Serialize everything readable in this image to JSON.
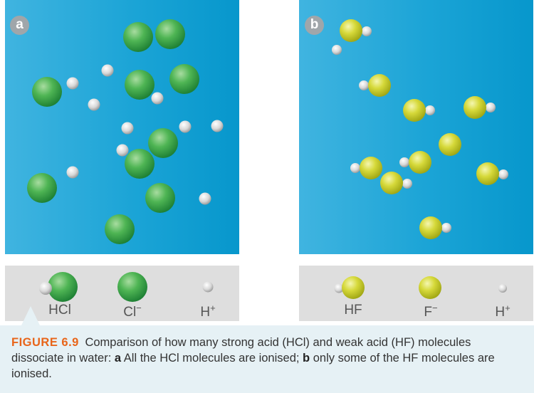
{
  "panels": [
    {
      "tag": "a"
    },
    {
      "tag": "b"
    }
  ],
  "legend_a": {
    "hcl": {
      "formula": "HCl"
    },
    "cl": {
      "formula": "Cl",
      "sup": "−"
    },
    "h": {
      "formula": "H",
      "sup": "+"
    }
  },
  "legend_b": {
    "hf": {
      "formula": "HF"
    },
    "f": {
      "formula": "F",
      "sup": "−"
    },
    "h": {
      "formula": "H",
      "sup": "+"
    }
  },
  "caption": {
    "figure_label": "FIGURE 6.9",
    "text_1": " Comparison of how many strong acid (HCl) and weak acid (HF) molecules dissociate in water: ",
    "marker_a": "a",
    "text_2": " All the HCl molecules are ionised; ",
    "marker_b": "b",
    "text_3": " only some of the HF molecules are ionised."
  },
  "colors": {
    "chloride": "#3aa447",
    "fluoride": "#d2d633",
    "hydrogen": "#d4d4d4",
    "water": "#1ba4d6",
    "figure_label": "#e8651a"
  }
}
